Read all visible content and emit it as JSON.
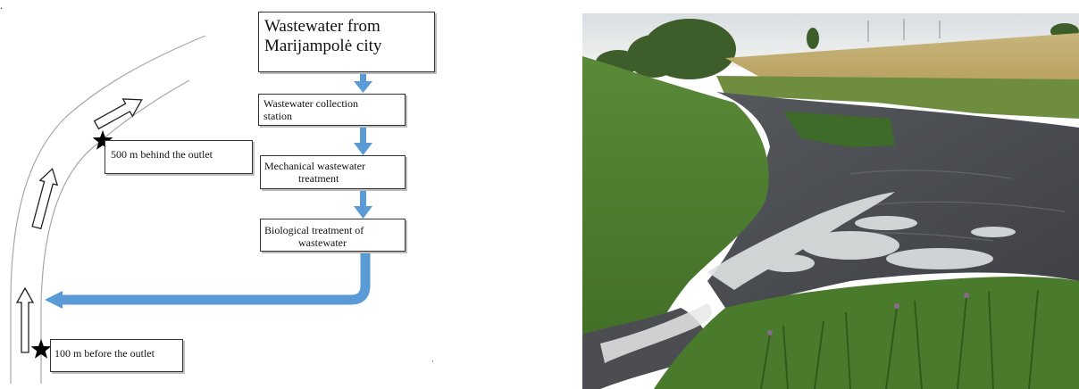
{
  "leading_mark": ".",
  "flowchart": {
    "source": {
      "line1": "Wastewater from",
      "line2": "Marijampolė city"
    },
    "collection_station": {
      "line1": "Wastewater collection",
      "line2": "station"
    },
    "mechanical_treatment": {
      "line1": "Mechanical wastewater",
      "line2": "treatment"
    },
    "biological_treatment": {
      "line1": "Biological treatment of",
      "line2": "wastewater"
    }
  },
  "river": {
    "point_after": "500 m behind the outlet",
    "point_before": "100 m before the outlet"
  },
  "colors": {
    "flow_arrow": "#5b9bd5",
    "river_line": "#a6a6a6",
    "water": "#4f5157",
    "vegetation": "#4d7a2f",
    "sky": "#e9edf0"
  }
}
